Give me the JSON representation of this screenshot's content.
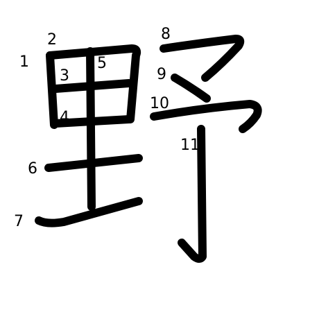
{
  "character": "野",
  "stroke_color": "#000000",
  "background_color": "#ffffff",
  "stroke_numbers": [
    "1",
    "2",
    "3",
    "4",
    "5",
    "6",
    "7",
    "8",
    "9",
    "10",
    "11"
  ]
}
